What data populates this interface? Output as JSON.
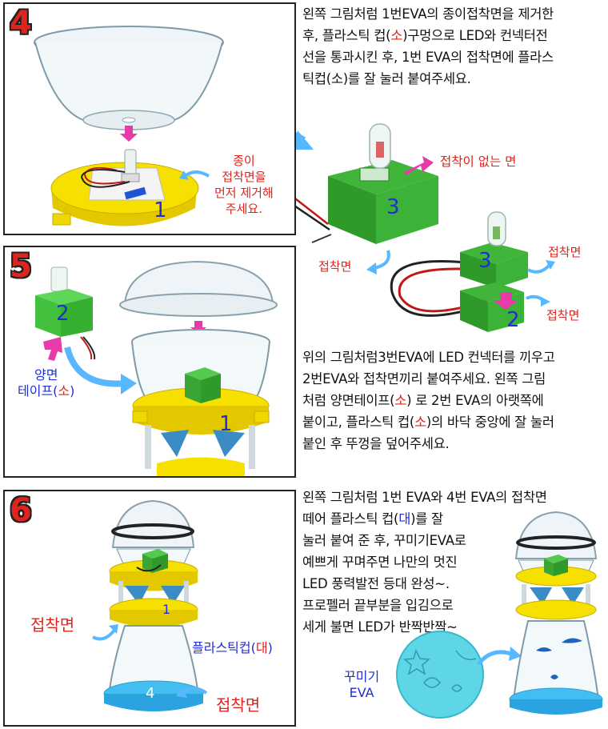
{
  "steps": [
    {
      "number": "4",
      "text_lines": [
        "왼쪽 그림처럼 1번EVA의 종이접착면을 제거한",
        [
          "후, 플라스틱 컵(",
          "소",
          ")구멍으로 LED와 컨넥터전"
        ],
        "선을 통과시킨 후, 1번 EVA의 접착면에 플라스",
        "틱컵(소)를 잘 눌러 붙여주세요."
      ],
      "note_lines": [
        "종이",
        "접착면을",
        "먼저 제거해",
        "주세요."
      ],
      "eva_number": "1"
    },
    {
      "number": "5",
      "text_lines": [
        "위의 그림처럼3번EVA에 LED 컨넥터를 끼우고",
        "2번EVA와 접착면끼리 붙여주세요. 왼쪽 그림",
        [
          "처럼 양면테이프(",
          "소",
          ") 로 2번 EVA의 아랫쪽에"
        ],
        [
          "붙이고, 플라스틱 컵(",
          "소",
          ")의 바닥 중앙에 잘 눌러"
        ],
        "붙인 후 뚜껑을 덮어주세요."
      ],
      "tape_label_line1": "양면",
      "tape_label_line2_prefix": "테이프(",
      "tape_label_highlight": "소",
      "tape_label_suffix": ")",
      "block_number": "2",
      "eva_number": "1"
    },
    {
      "number": "6",
      "text_lines": [
        "왼쪽 그림처럼 1번 EVA와 4번 EVA의 접착면",
        [
          "떼어 플라스틱 컵(",
          "대",
          ")를 잘"
        ],
        "눌러 붙여 준 후, 꾸미기EVA로",
        "예쁘게 꾸며주면 나만의 멋진",
        "LED 풍력발전 등대 완성~.",
        "프로펠러 끝부분을 입김으로",
        "세게 불면 LED가 반짝반짝~"
      ],
      "adhesive_label": "접착면",
      "cup_label_prefix": "플라스틱컵(",
      "cup_label_highlight": "대",
      "cup_label_suffix": ")",
      "bottom_adhesive_label": "접착면",
      "eva_1": "1",
      "eva_4": "4",
      "deco_label_line1": "꾸미기",
      "deco_label_line2": "EVA"
    }
  ],
  "assembly": {
    "top_label": "접착이 없는 면",
    "block3_number": "3",
    "adhesive_left": "접착면",
    "lower_block3_number": "3",
    "lower_block2_number": "2",
    "adhesive_right_top": "접착면",
    "adhesive_right_bottom": "접착면"
  }
}
